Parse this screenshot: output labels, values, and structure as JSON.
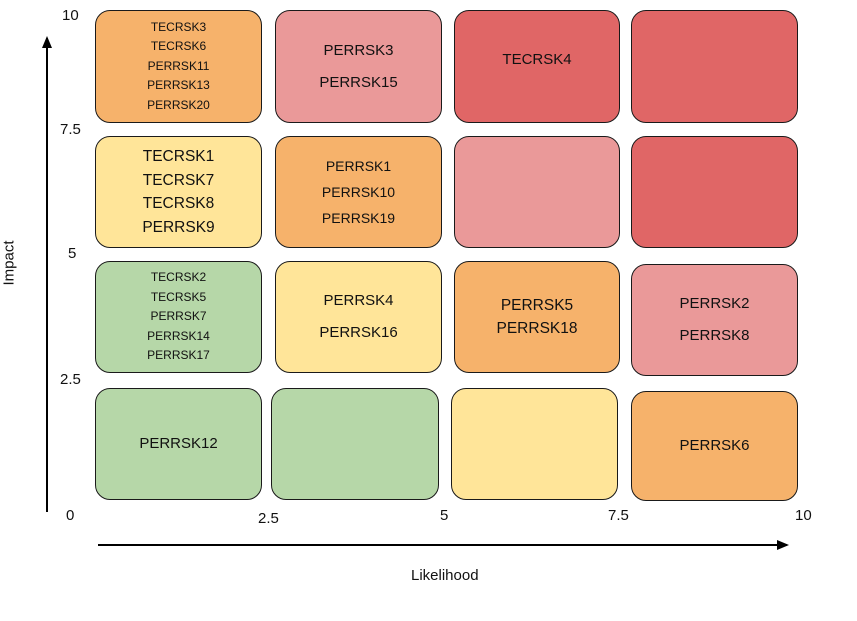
{
  "axes": {
    "x_label": "Likelihood",
    "y_label": "Impact",
    "x_ticks": [
      "0",
      "2.5",
      "5",
      "7.5",
      "10"
    ],
    "y_ticks": [
      "10",
      "7.5",
      "5",
      "2.5"
    ]
  },
  "colors": {
    "green": "#b6d7a8",
    "yellow": "#ffe599",
    "orange": "#f6b26b",
    "pink": "#ea9999",
    "red": "#e06666",
    "border": "#1a1a1a"
  },
  "grid": {
    "row_10": [
      [
        "TECRSK3",
        "TECRSK6",
        "PERRSK11",
        "PERRSK13",
        "PERRSK20"
      ],
      [
        "PERRSK3",
        "PERRSK15"
      ],
      [
        "TECRSK4"
      ],
      []
    ],
    "row_7_5": [
      [
        "TECRSK1",
        "TECRSK7",
        "TECRSK8",
        "PERRSK9"
      ],
      [
        "PERRSK1",
        "PERRSK10",
        "PERRSK19"
      ],
      [],
      []
    ],
    "row_5": [
      [
        "TECRSK2",
        "TECRSK5",
        "PERRSK7",
        "PERRSK14",
        "PERRSK17"
      ],
      [
        "PERRSK4",
        "PERRSK16"
      ],
      [
        "PERRSK5",
        "PERRSK18"
      ],
      [
        "PERRSK2",
        "PERRSK8"
      ]
    ],
    "row_2_5": [
      [
        "PERRSK12"
      ],
      [],
      [],
      [
        "PERRSK6"
      ]
    ]
  }
}
